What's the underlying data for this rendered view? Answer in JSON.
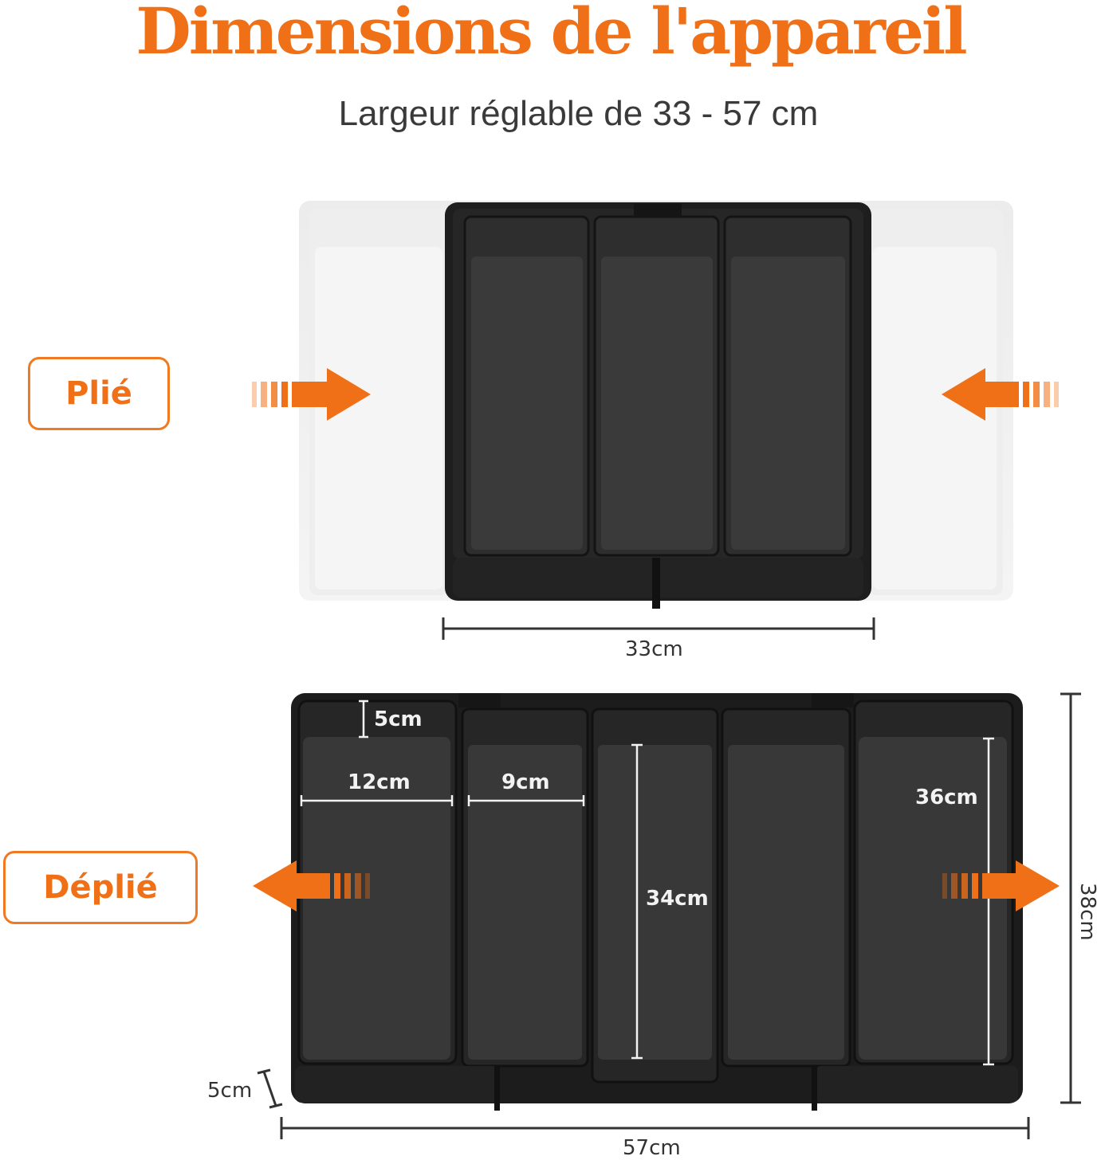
{
  "title": "Dimensions de l'appareil",
  "subtitle": "Largeur réglable de 33 - 57 cm",
  "states": {
    "folded_label": "Plié",
    "unfolded_label": "Déplié"
  },
  "dimensions": {
    "folded_width": "33cm",
    "unfolded_width": "57cm",
    "depth": "38cm",
    "height": "5cm",
    "inner_height": "5cm",
    "wide_compartment_width": "12cm",
    "narrow_compartment_width": "9cm",
    "middle_compartment_length": "34cm",
    "side_compartment_length": "36cm"
  },
  "colors": {
    "accent": "#f07018",
    "tray": "#2f2f2f",
    "tray_dark": "#1c1c1c",
    "ghost_tray": "#e6e6e6"
  }
}
